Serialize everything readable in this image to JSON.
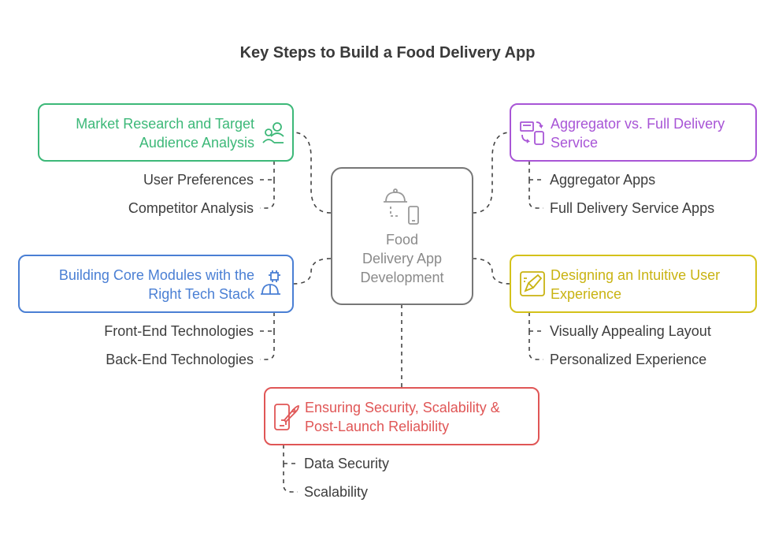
{
  "title": "Key Steps to Build a Food Delivery App",
  "center": {
    "label_lines": [
      "Food",
      "Delivery App",
      "Development"
    ],
    "color": "#7a7a7a"
  },
  "nodes": {
    "market": {
      "lines": [
        "Market Research and Target",
        "Audience Analysis"
      ],
      "color": "#3cb878",
      "icon": "users-icon",
      "items": [
        "User Preferences",
        "Competitor Analysis"
      ]
    },
    "aggregator": {
      "lines": [
        "Aggregator vs. Full Delivery",
        "Service"
      ],
      "color": "#a855d6",
      "icon": "switch-icon",
      "items": [
        "Aggregator Apps",
        "Full Delivery Service Apps"
      ]
    },
    "core": {
      "lines": [
        "Building Core Modules with the",
        "Right Tech Stack"
      ],
      "color": "#4a7fd4",
      "icon": "hardhat-chip-icon",
      "items": [
        "Front-End Technologies",
        "Back-End Technologies"
      ]
    },
    "ux": {
      "lines": [
        "Designing an Intuitive User",
        "Experience"
      ],
      "color": "#d4c21a",
      "icon": "design-pencil-icon",
      "items": [
        "Visually Appealing Layout",
        "Personalized Experience"
      ]
    },
    "security": {
      "lines": [
        "Ensuring Security, Scalability &",
        "Post-Launch Reliability"
      ],
      "color": "#e05656",
      "icon": "phone-rocket-icon",
      "items": [
        "Data Security",
        "Scalability"
      ]
    }
  }
}
